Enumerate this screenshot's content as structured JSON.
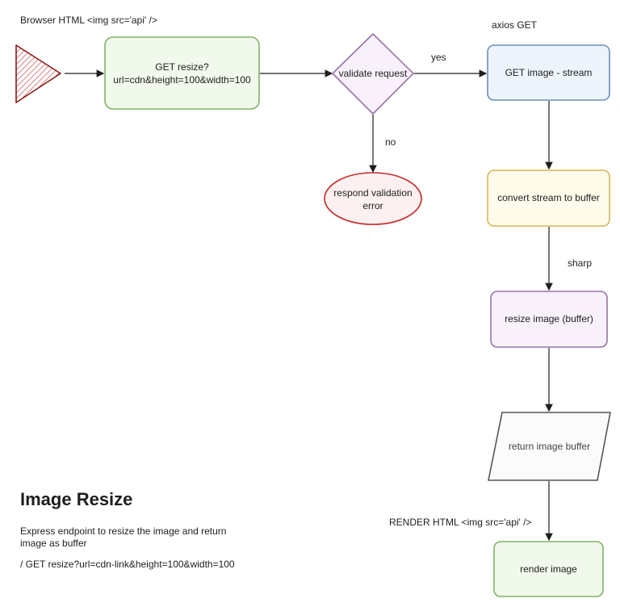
{
  "captions": {
    "browser": "Browser HTML <img src='api' />",
    "axios": "axios GET",
    "render_html": "RENDER HTML <img src='api' />"
  },
  "nodes": {
    "get_resize_line1": "GET resize?",
    "get_resize_line2": "url=cdn&height=100&width=100",
    "validate": "validate request",
    "get_image": "GET image - stream",
    "respond_error_line1": "respond validation",
    "respond_error_line2": "error",
    "convert": "convert stream to buffer",
    "resize": "resize image (buffer)",
    "return_buffer": "return image buffer",
    "render": "render image"
  },
  "edge_labels": {
    "yes": "yes",
    "no": "no",
    "sharp": "sharp"
  },
  "info": {
    "title": "Image Resize",
    "desc_line1": "Express endpoint to resize the image and return",
    "desc_line2": "image as buffer",
    "endpoint": "/ GET resize?url=cdn-link&height=100&width=100"
  },
  "colors": {
    "start_stroke": "#8b1a1a",
    "start_hatch": "#d88080",
    "green_stroke": "#82b366",
    "green_fill": "#f1f8ec",
    "purple_stroke": "#9673a6",
    "purple_fill": "#f8f1fb",
    "blue_stroke": "#6c8ebf",
    "blue_fill": "#eef4fc",
    "red_stroke": "#c62828",
    "red_fill": "#fdf0f0",
    "yellow_stroke": "#d6b656",
    "yellow_fill": "#fffbea",
    "gray_stroke": "#555555",
    "gray_fill": "#fbfbfb",
    "edge": "#1e1e1e"
  }
}
